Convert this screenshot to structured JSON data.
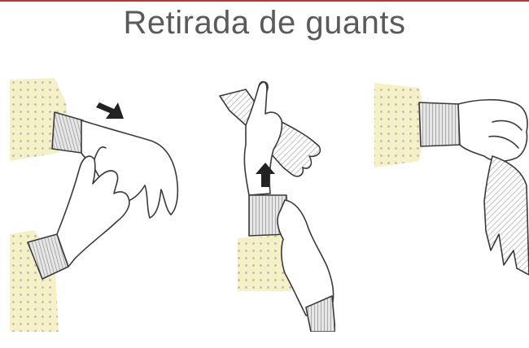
{
  "title": "Retirada de guants",
  "colors": {
    "accent_rule": "#b03a3a",
    "title_text": "#5a5a5a",
    "sleeve": "#f5f0c6",
    "sleeve_dots": "#b9b9b9",
    "glove_hatch": "#9a9a9a",
    "outline": "#3a3a3a"
  },
  "steps": [
    {
      "arrow": "right-down-arrow",
      "scene": "pinch-glove-at-wrist"
    },
    {
      "arrow": "up-arrow",
      "scene": "peel-glove-inside-out"
    },
    {
      "arrow": "none",
      "scene": "hold-removed-glove"
    }
  ]
}
